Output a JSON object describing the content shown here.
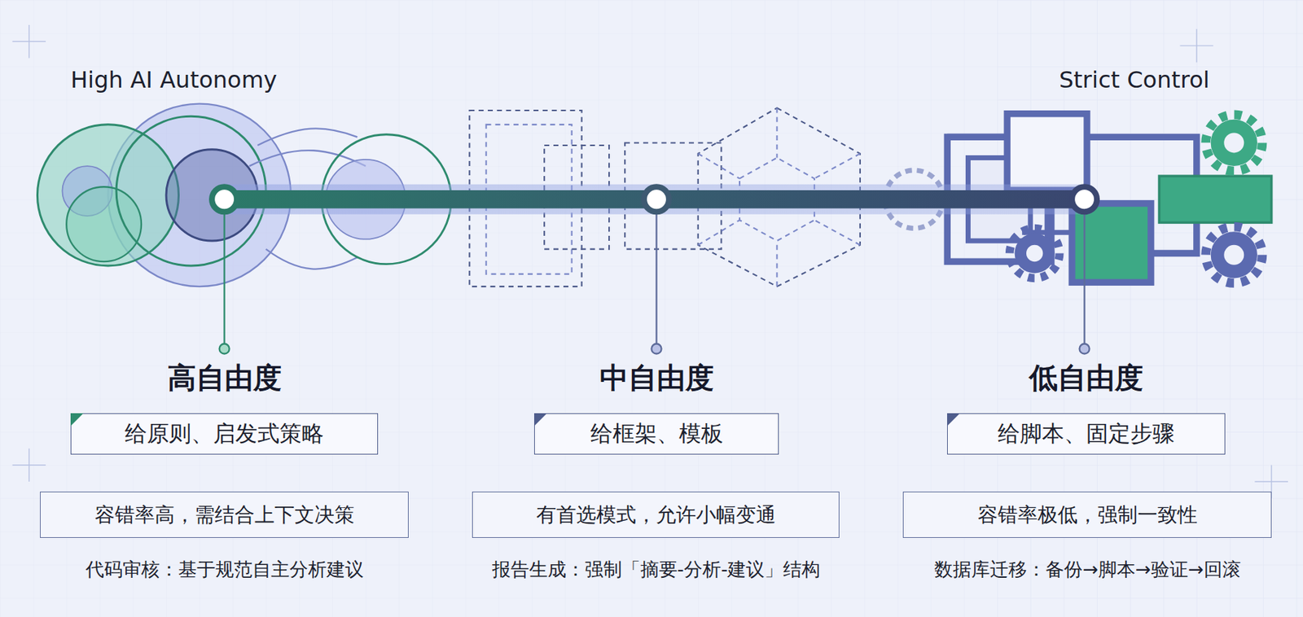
{
  "diagram": {
    "nodes": [
      {
        "text": [
          "高自由度",
          "给原则、启发式策略"
        ]
      },
      {
        "text": [
          "中自由度",
          "给框架、模板"
        ]
      },
      {
        "text": [
          "低自由度",
          "给脚本、固定步骤"
        ]
      },
      {
        "text": [
          "容错率高，需结合上下文决策"
        ]
      },
      {
        "text": [
          "有首选模式，允许小幅变通"
        ]
      },
      {
        "text": [
          "容错率极低，强制一致性"
        ]
      }
    ],
    "labels": [
      "High AI Autonomy",
      "Strict Control",
      "代码审核：基于规范自主分析建议",
      "报告生成：强制「摘要-分析-建议」结构",
      "数据库迁移：备份→脚本→验证→回滚"
    ]
  }
}
